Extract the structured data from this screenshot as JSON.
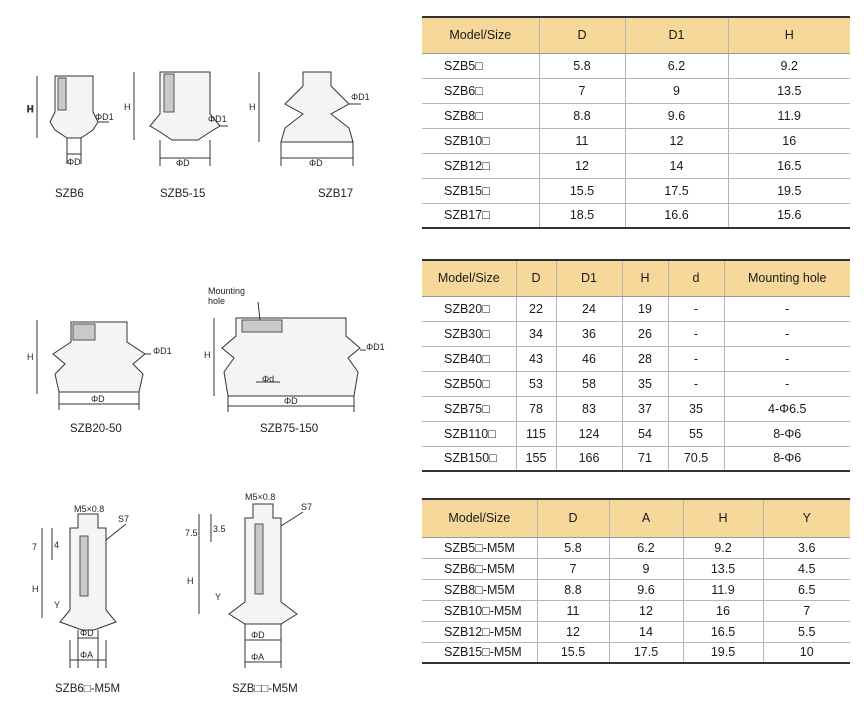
{
  "captions": {
    "szb6": "SZB6",
    "szb5_15": "SZB5-15",
    "szb17": "SZB17",
    "szb20_50": "SZB20-50",
    "szb75_150": "SZB75-150",
    "szb6_m5m": "SZB6□-M5M",
    "szb_m5m": "SZB□□-M5M"
  },
  "drawing_labels": {
    "h": "H",
    "d": "ΦD",
    "d1": "ΦD1",
    "d_small": "Φd",
    "a": "ΦA",
    "y": "Y",
    "seven": "7",
    "four": "4",
    "seven_five": "7.5",
    "three_five": "3.5",
    "m5": "M5×0.8",
    "s7": "S7",
    "mounting_hole_1": "Mounting",
    "mounting_hole_2": "hole"
  },
  "table1": {
    "headers": [
      "Model/Size",
      "D",
      "D1",
      "H"
    ],
    "rows": [
      [
        "SZB5□",
        "5.8",
        "6.2",
        "9.2"
      ],
      [
        "SZB6□",
        "7",
        "9",
        "13.5"
      ],
      [
        "SZB8□",
        "8.8",
        "9.6",
        "11.9"
      ],
      [
        "SZB10□",
        "11",
        "12",
        "16"
      ],
      [
        "SZB12□",
        "12",
        "14",
        "16.5"
      ],
      [
        "SZB15□",
        "15.5",
        "17.5",
        "19.5"
      ],
      [
        "SZB17□",
        "18.5",
        "16.6",
        "15.6"
      ]
    ]
  },
  "table2": {
    "headers": [
      "Model/Size",
      "D",
      "D1",
      "H",
      "d",
      "Mounting hole"
    ],
    "rows": [
      [
        "SZB20□",
        "22",
        "24",
        "19",
        "-",
        "-"
      ],
      [
        "SZB30□",
        "34",
        "36",
        "26",
        "-",
        "-"
      ],
      [
        "SZB40□",
        "43",
        "46",
        "28",
        "-",
        "-"
      ],
      [
        "SZB50□",
        "53",
        "58",
        "35",
        "-",
        "-"
      ],
      [
        "SZB75□",
        "78",
        "83",
        "37",
        "35",
        "4-Φ6.5"
      ],
      [
        "SZB110□",
        "115",
        "124",
        "54",
        "55",
        "8-Φ6"
      ],
      [
        "SZB150□",
        "155",
        "166",
        "71",
        "70.5",
        "8-Φ6"
      ]
    ]
  },
  "table3": {
    "headers": [
      "Model/Size",
      "D",
      "A",
      "H",
      "Y"
    ],
    "rows": [
      [
        "SZB5□-M5M",
        "5.8",
        "6.2",
        "9.2",
        "3.6"
      ],
      [
        "SZB6□-M5M",
        "7",
        "9",
        "13.5",
        "4.5"
      ],
      [
        "SZB8□-M5M",
        "8.8",
        "9.6",
        "11.9",
        "6.5"
      ],
      [
        "SZB10□-M5M",
        "11",
        "12",
        "16",
        "7"
      ],
      [
        "SZB12□-M5M",
        "12",
        "14",
        "16.5",
        "5.5"
      ],
      [
        "SZB15□-M5M",
        "15.5",
        "17.5",
        "19.5",
        "10"
      ]
    ]
  },
  "colors": {
    "header_bg": "#f6d89a"
  }
}
